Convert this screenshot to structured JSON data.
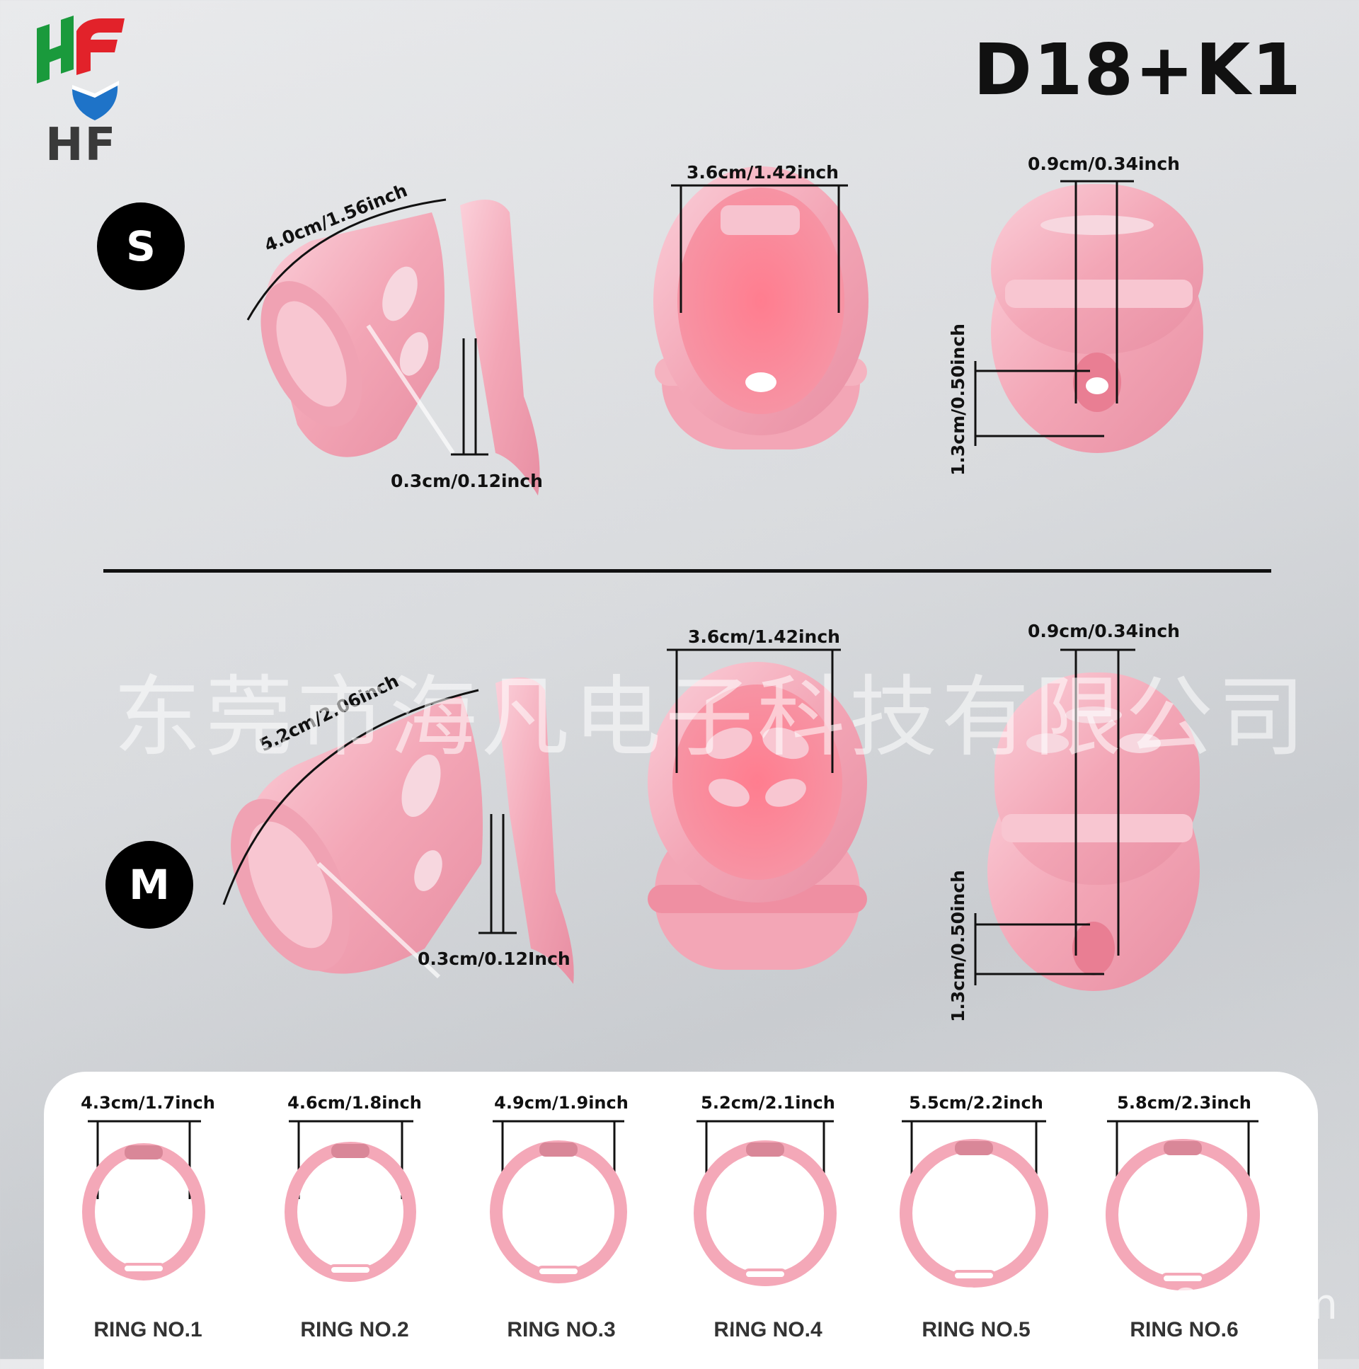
{
  "brand": {
    "logo_text": "HF",
    "colors": {
      "red": "#e2222a",
      "green": "#1a9a3c",
      "blue": "#1e73c8"
    }
  },
  "model": "D18+K1",
  "accent_color": "#f4a8b8",
  "sizes": [
    {
      "badge": "S",
      "side_length": "4.0cm/1.56inch",
      "gap": "0.3cm/0.12inch",
      "front_width": "3.6cm/1.42inch",
      "slot_width": "0.9cm/0.34inch",
      "slot_height": "1.3cm/0.50inch"
    },
    {
      "badge": "M",
      "side_length": "5.2cm/2.06inch",
      "gap": "0.3cm/0.12Inch",
      "front_width": "3.6cm/1.42inch",
      "slot_width": "0.9cm/0.34inch",
      "slot_height": "1.3cm/0.50inch"
    }
  ],
  "watermarks": [
    "东莞市海凡电子科技有限公司",
    "shop38w513520902.1688.com"
  ],
  "rings": [
    {
      "size": "4.3cm/1.7inch",
      "label": "RING NO.1"
    },
    {
      "size": "4.6cm/1.8inch",
      "label": "RING NO.2"
    },
    {
      "size": "4.9cm/1.9inch",
      "label": "RING NO.3"
    },
    {
      "size": "5.2cm/2.1inch",
      "label": "RING NO.4"
    },
    {
      "size": "5.5cm/2.2inch",
      "label": "RING NO.5"
    },
    {
      "size": "5.8cm/2.3inch",
      "label": "RING NO.6"
    }
  ]
}
